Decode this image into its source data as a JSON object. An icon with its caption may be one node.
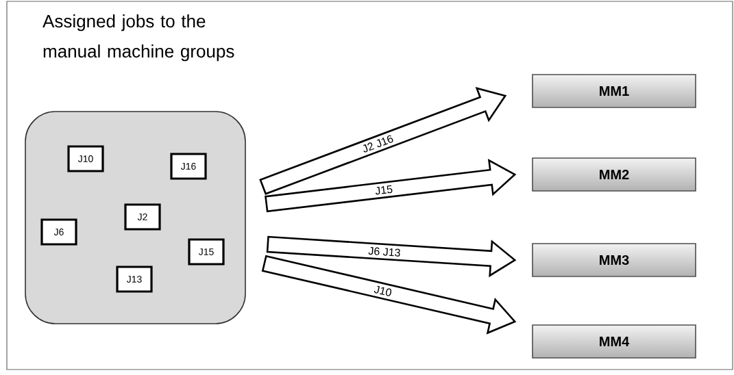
{
  "diagram": {
    "title": "Assigned jobs to the manual machine groups",
    "nodes": [
      {
        "text": [],
        "shape": "box"
      },
      {
        "text": [
          "J10"
        ],
        "in": 0
      },
      {
        "text": [
          "J16"
        ],
        "in": 0
      },
      {
        "text": [
          "J2"
        ],
        "in": 0
      },
      {
        "text": [
          "J6"
        ],
        "in": 0
      },
      {
        "text": [
          "J15"
        ],
        "in": 0
      },
      {
        "text": [
          "J13"
        ],
        "in": 0
      },
      {
        "text": [
          "MM1"
        ]
      },
      {
        "text": [
          "MM2"
        ]
      },
      {
        "text": [
          "MM3"
        ]
      },
      {
        "text": [
          "MM4"
        ]
      }
    ],
    "edges": [
      {
        "from": 0,
        "to": 7,
        "arrow": "to",
        "label": "J2 J16"
      },
      {
        "from": 0,
        "to": 8,
        "arrow": "to",
        "label": "J15"
      },
      {
        "from": 0,
        "to": 9,
        "arrow": "to",
        "label": "J6 J13"
      },
      {
        "from": 0,
        "to": 10,
        "arrow": "to",
        "label": "J10"
      }
    ]
  }
}
